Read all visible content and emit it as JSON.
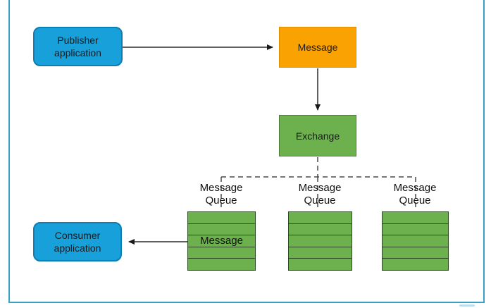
{
  "diagram": {
    "publisher": {
      "label_line1": "Publisher",
      "label_line2": "application"
    },
    "message": {
      "label": "Message"
    },
    "exchange": {
      "label": "Exchange"
    },
    "consumer": {
      "label_line1": "Consumer",
      "label_line2": "application"
    },
    "queues": [
      {
        "label_line1": "Message",
        "label_line2": "Queue",
        "rows": 5,
        "message_cell": {
          "row_index": 2,
          "label": "Message"
        }
      },
      {
        "label_line1": "Message",
        "label_line2": "Queue",
        "rows": 5
      },
      {
        "label_line1": "Message",
        "label_line2": "Queue",
        "rows": 5
      }
    ],
    "colors": {
      "node_blue": "#18a0db",
      "node_blue_border": "#0f7cb2",
      "node_orange": "#f9a201",
      "node_orange_border": "#e18d00",
      "node_green": "#6db14f",
      "node_green_border": "#4c7e33",
      "queue_line": "#2c4a21",
      "frame_color": "#38a1c8",
      "arrow_color": "#2b2b2b",
      "dashed_color": "#4a4a4a"
    }
  }
}
